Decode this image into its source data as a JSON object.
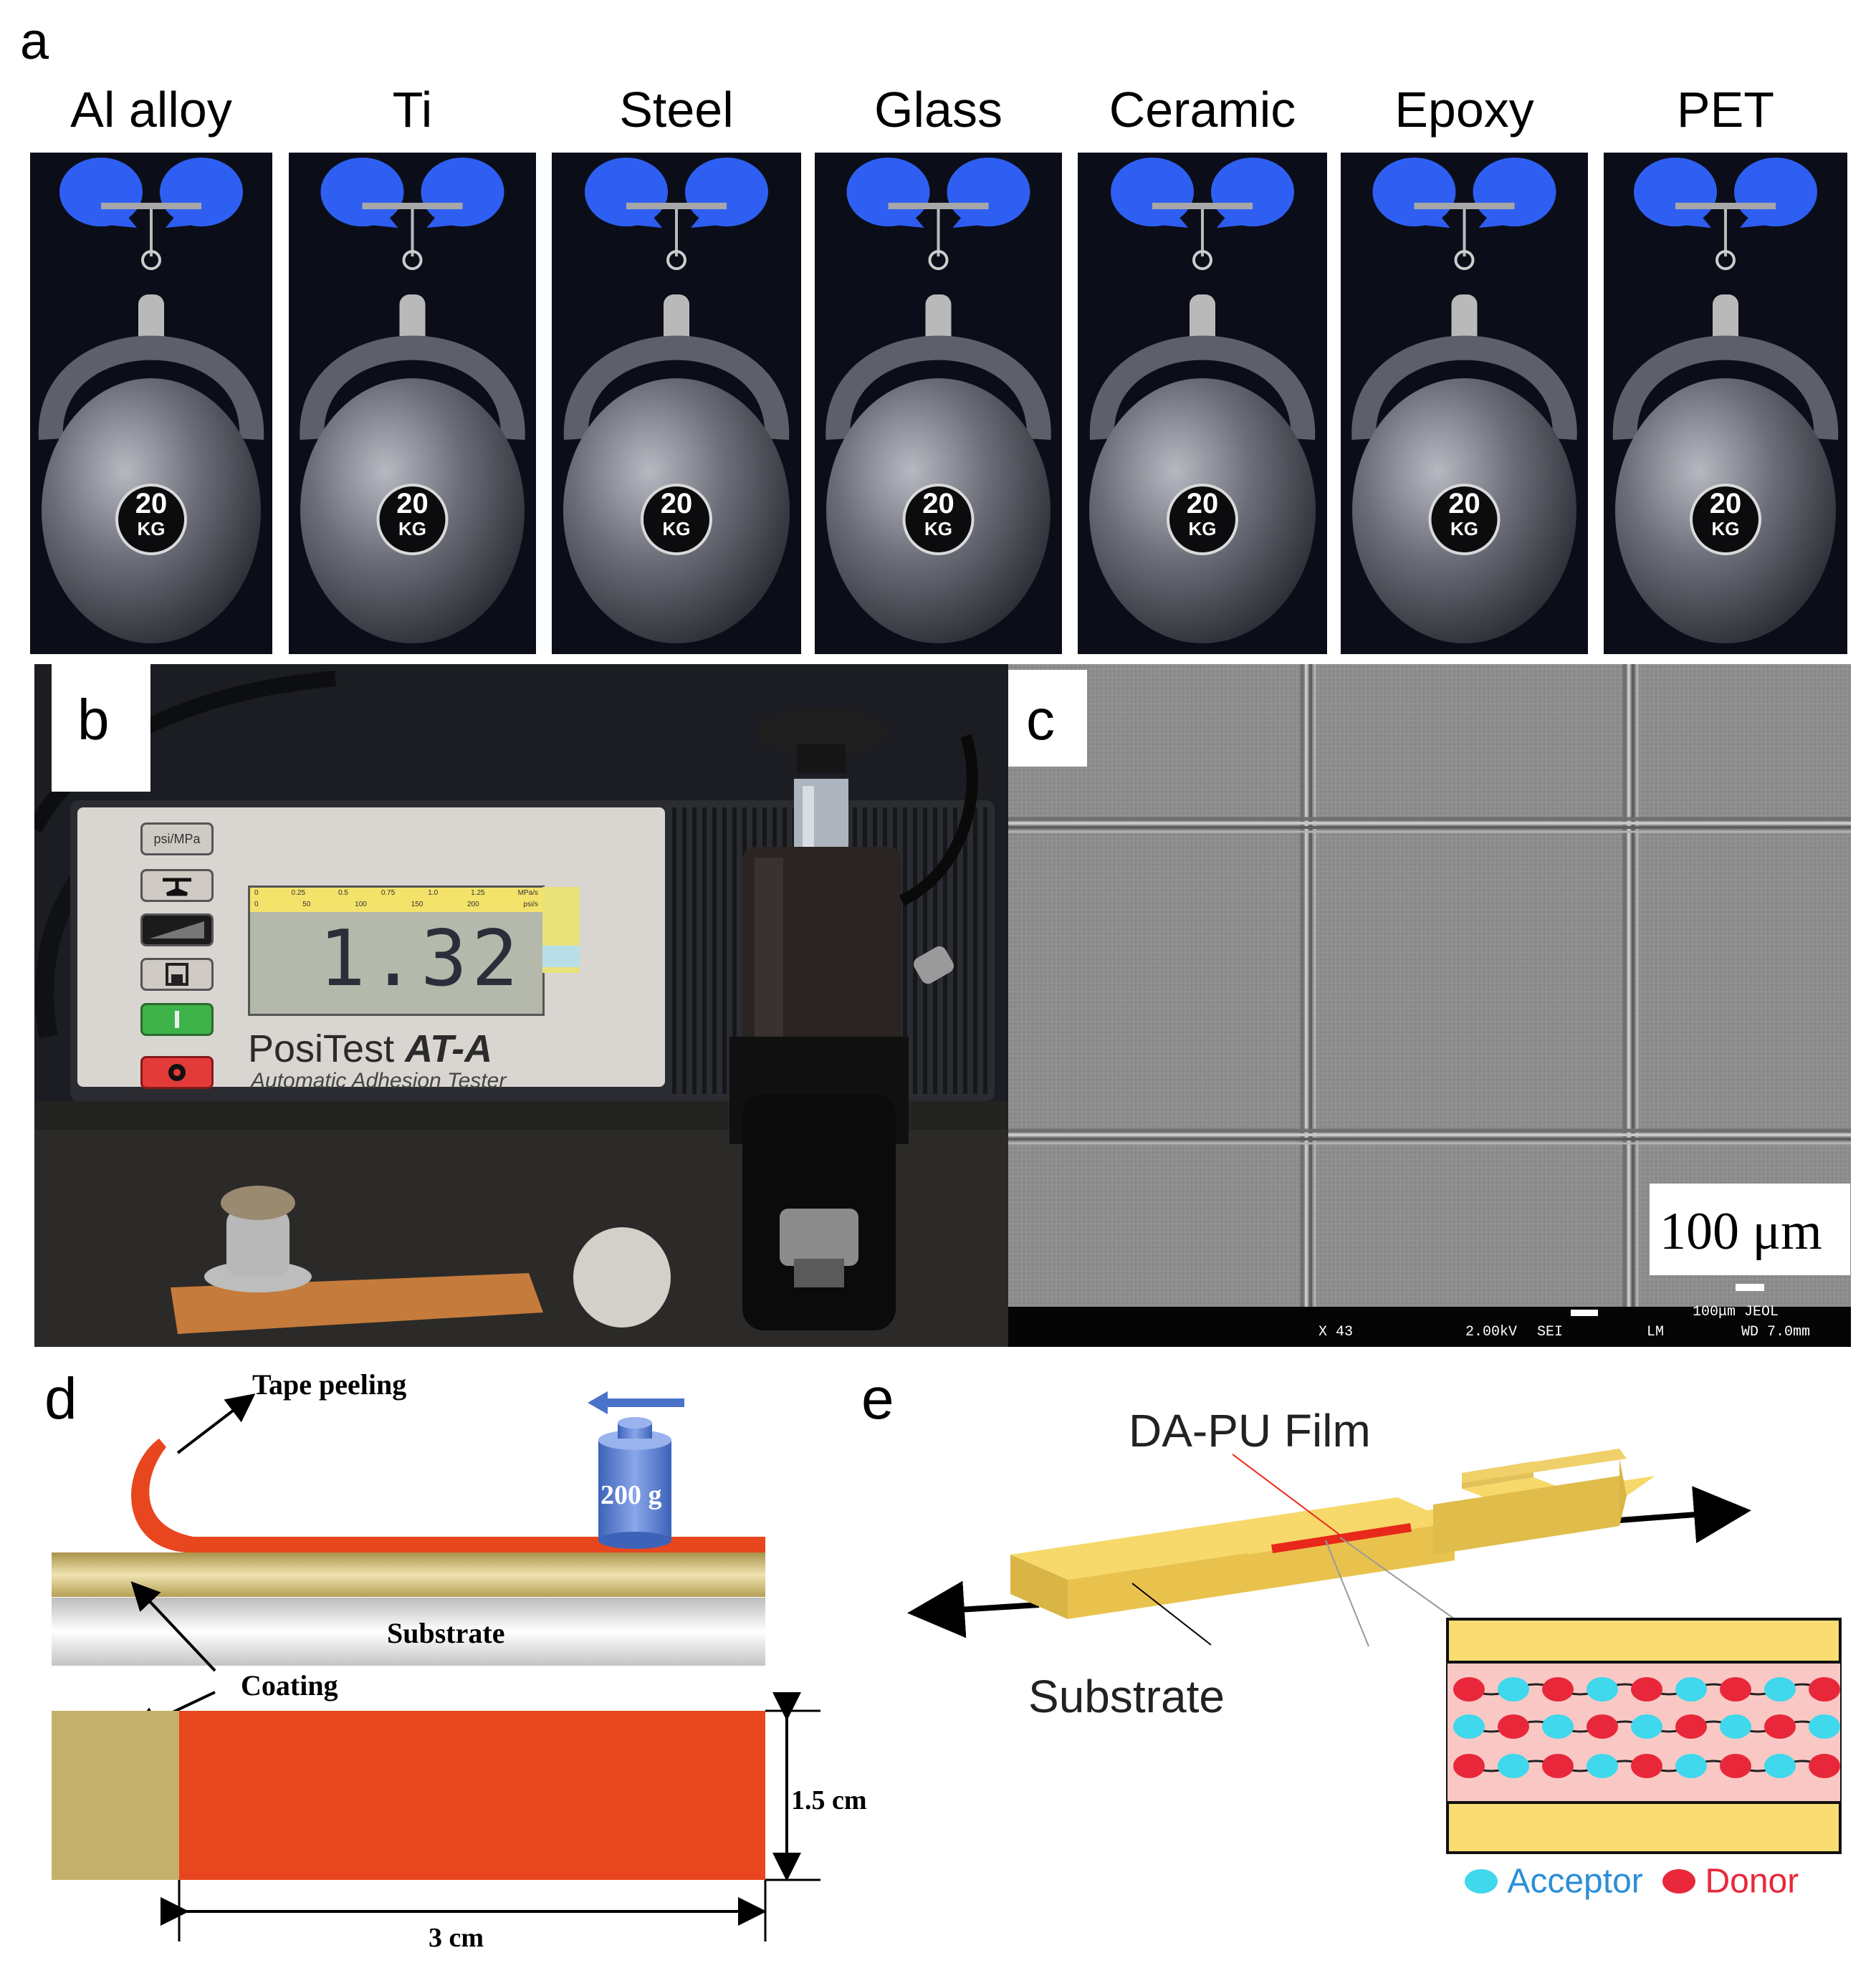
{
  "panel_a": {
    "letter": "a",
    "materials": [
      "Al alloy",
      "Ti",
      "Steel",
      "Glass",
      "Ceramic",
      "Epoxy",
      "PET"
    ],
    "weight_top": "20",
    "weight_bottom": "KG"
  },
  "panel_b": {
    "letter": "b",
    "buttons": [
      "psi/MPa"
    ],
    "scale_top": [
      "0",
      "0.25",
      "0.5",
      "0.75",
      "1.0",
      "1.25",
      "MPa/s"
    ],
    "scale_bottom": [
      "0",
      "50",
      "100",
      "150",
      "200",
      "psi/s"
    ],
    "display_value": "1.32",
    "brand": "PosiTest",
    "model": "AT-A",
    "subtitle": "Automatic Adhesion Tester"
  },
  "panel_c": {
    "letter": "c",
    "scale_bar": "100 μm",
    "footer": {
      "label_scale": "100μm",
      "brand": "JEOL",
      "mag": "X 43",
      "kv": "2.00kV",
      "det": "SEI",
      "mode": "LM",
      "wd": "WD 7.0mm"
    }
  },
  "panel_d": {
    "letter": "d",
    "tape_peeling": "Tape peeling",
    "weight": "200 g",
    "substrate": "Substrate",
    "coating": "Coating",
    "height": "1.5 cm",
    "width": "3 cm",
    "colors": {
      "tape": "#e8461e",
      "coating": "#c4b06a",
      "weight": "#5f84d8"
    }
  },
  "panel_e": {
    "letter": "e",
    "film_label": "DA-PU Film",
    "substrate": "Substrate",
    "legend_acceptor": "Acceptor",
    "legend_donor": "Donor",
    "colors": {
      "acceptor": "#3fd8ec",
      "donor": "#e8283a",
      "substrate": "#f1cf5a"
    }
  }
}
